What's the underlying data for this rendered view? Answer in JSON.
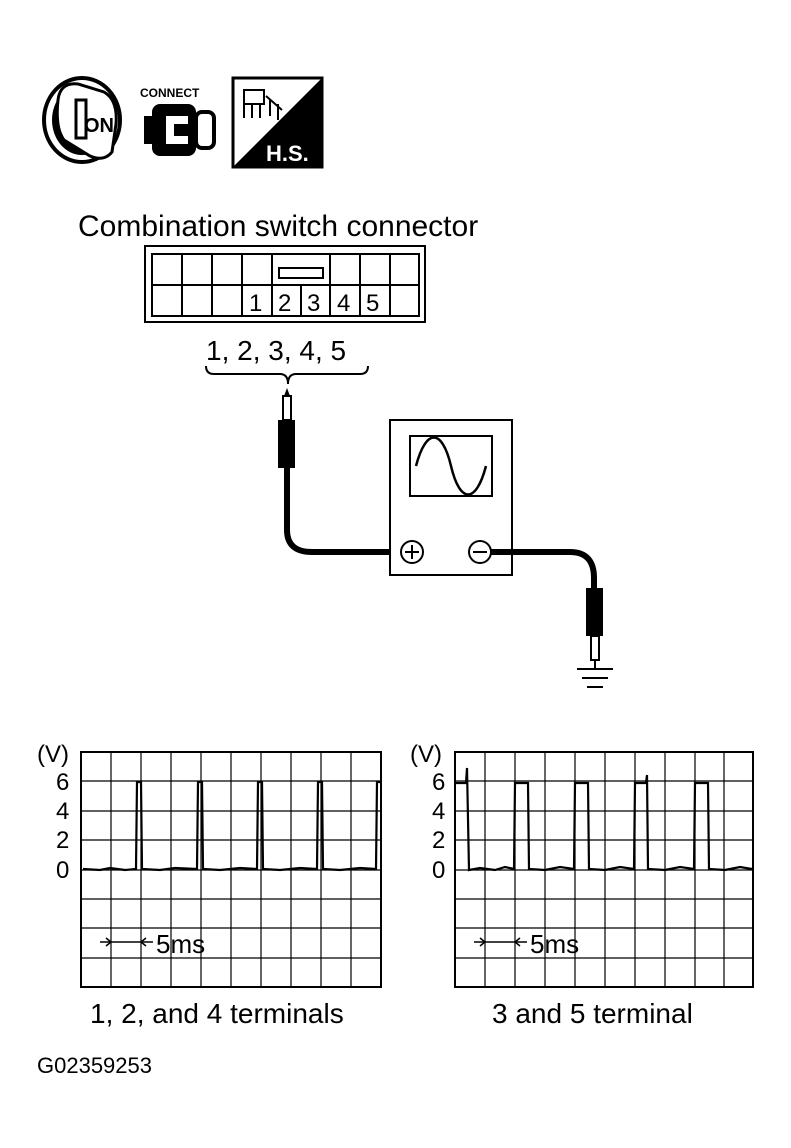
{
  "icons": {
    "ignition": {
      "icon": "ignition-key-on-icon",
      "label": "ON"
    },
    "connect": {
      "icon": "connect-plug-icon",
      "label": "CONNECT"
    },
    "harness": {
      "icon": "harness-connector-icon",
      "label": "H.S."
    }
  },
  "connector": {
    "title": "Combination switch connector",
    "terminals": [
      "1",
      "2",
      "3",
      "4",
      "5"
    ],
    "bracket_label": "1, 2, 3, 4, 5"
  },
  "meter": {
    "icon": "oscilloscope-sine-icon",
    "positive_symbol": "plus-terminal-icon",
    "negative_symbol": "minus-terminal-icon",
    "ground_symbol": "ground-icon"
  },
  "scope_left": {
    "unit": "(V)",
    "y_ticks": [
      "6",
      "4",
      "2",
      "0"
    ],
    "time_label": "5ms",
    "caption": "1, 2, and 4 terminals"
  },
  "scope_right": {
    "unit": "(V)",
    "y_ticks": [
      "6",
      "4",
      "2",
      "0"
    ],
    "time_label": "5ms",
    "caption": "3 and 5 terminal"
  },
  "figure_id": "G02359253"
}
